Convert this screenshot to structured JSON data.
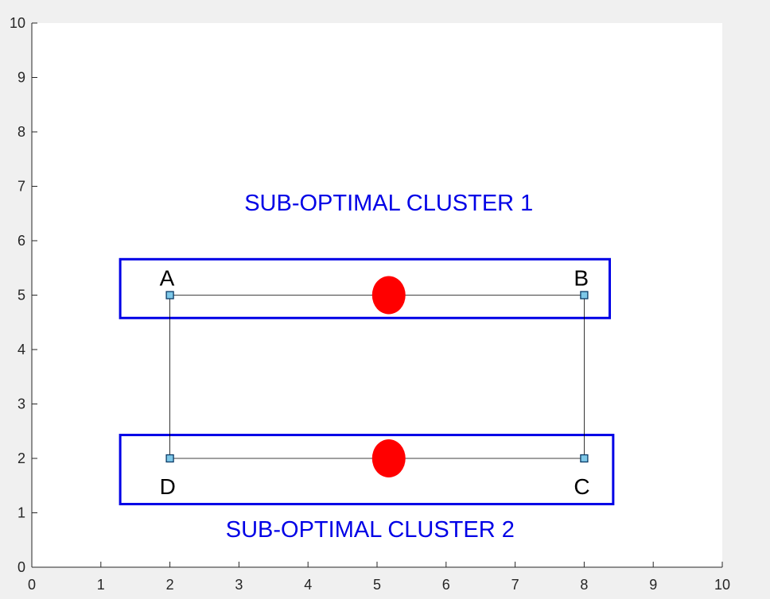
{
  "chart_data": {
    "type": "scatter",
    "xlim": [
      0,
      10
    ],
    "ylim": [
      0,
      10
    ],
    "x_ticks": [
      "0",
      "1",
      "2",
      "3",
      "4",
      "5",
      "6",
      "7",
      "8",
      "9",
      "10"
    ],
    "y_ticks": [
      "0",
      "1",
      "2",
      "3",
      "4",
      "5",
      "6",
      "7",
      "8",
      "9",
      "10"
    ],
    "grid": false,
    "points": [
      {
        "label": "A",
        "x": 2,
        "y": 5
      },
      {
        "label": "B",
        "x": 8,
        "y": 5
      },
      {
        "label": "C",
        "x": 8,
        "y": 2
      },
      {
        "label": "D",
        "x": 2,
        "y": 2
      }
    ],
    "edges": [
      [
        "A",
        "B"
      ],
      [
        "B",
        "C"
      ],
      [
        "C",
        "D"
      ],
      [
        "D",
        "A"
      ]
    ],
    "centroids": [
      {
        "x": 5.17,
        "y": 5.0
      },
      {
        "x": 5.17,
        "y": 2.0
      }
    ],
    "clusters": [
      {
        "label": "SUB-OPTIMAL CLUSTER 1",
        "xmin": 1.28,
        "xmax": 8.37,
        "ymin": 4.58,
        "ymax": 5.66,
        "label_x": 5.17,
        "label_y": 6.7
      },
      {
        "label": "SUB-OPTIMAL CLUSTER 2",
        "xmin": 1.28,
        "xmax": 8.42,
        "ymin": 1.16,
        "ymax": 2.43,
        "label_x": 4.9,
        "label_y": 0.7
      }
    ],
    "colors": {
      "cluster": "#0000e6",
      "centroid": "#ff0000",
      "marker_fill": "#7ec8e8",
      "marker_edge": "#0a3a66",
      "edge_line": "#000000",
      "axes": "#262626",
      "axes_bg": "#ffffff",
      "figure_bg": "#f0f0f0"
    }
  }
}
